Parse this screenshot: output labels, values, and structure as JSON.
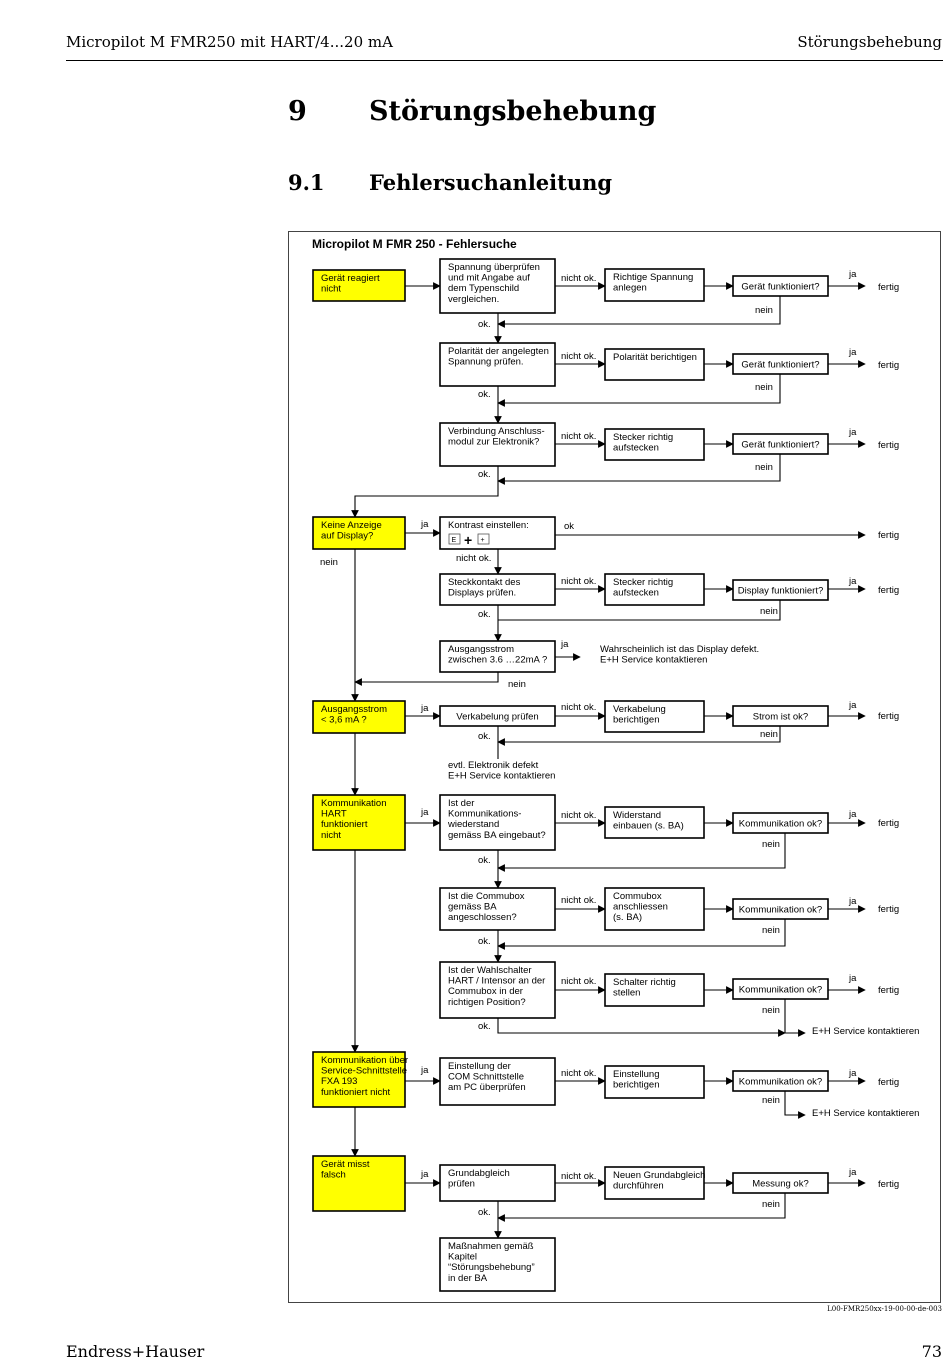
{
  "header": {
    "left": "Micropilot M FMR250 mit HART/4...20 mA",
    "right": "Störungsbehebung"
  },
  "chapter": {
    "number": "9",
    "title": "Störungsbehebung"
  },
  "section": {
    "number": "9.1",
    "title": "Fehlersuchanleitung"
  },
  "diagram": {
    "title": "Micropilot M FMR 250 - Fehlersuche",
    "reference": "L00-FMR250xx-19-00-00-de-003",
    "colors": {
      "symptom_fill": "#ffff00",
      "line": "#000000"
    },
    "words": {
      "ja": "ja",
      "nein": "nein",
      "ok": "ok.",
      "ok_plain": "ok",
      "nicht_ok": "nicht ok.",
      "fertig": "fertig"
    },
    "nodes": [
      {
        "id": "s1",
        "kind": "symptom",
        "lines": [
          "Gerät reagiert",
          "nicht"
        ]
      },
      {
        "id": "c1",
        "kind": "check",
        "lines": [
          "Spannung überprüfen",
          "und mit Angabe auf",
          "dem Typenschild",
          "vergleichen."
        ]
      },
      {
        "id": "a1",
        "kind": "action",
        "lines": [
          "Richtige Spannung",
          "anlegen"
        ]
      },
      {
        "id": "q1",
        "kind": "question",
        "lines": [
          "Gerät funktioniert?"
        ]
      },
      {
        "id": "c2",
        "kind": "check",
        "lines": [
          "Polarität der angelegten",
          "Spannung prüfen."
        ]
      },
      {
        "id": "a2",
        "kind": "action",
        "lines": [
          "Polarität berichtigen"
        ]
      },
      {
        "id": "q2",
        "kind": "question",
        "lines": [
          "Gerät funktioniert?"
        ]
      },
      {
        "id": "c3",
        "kind": "check",
        "lines": [
          "Verbindung Anschluss-",
          "modul zur Elektronik?"
        ]
      },
      {
        "id": "a3",
        "kind": "action",
        "lines": [
          "Stecker richtig",
          "aufstecken"
        ]
      },
      {
        "id": "q3",
        "kind": "question",
        "lines": [
          "Gerät funktioniert?"
        ]
      },
      {
        "id": "s2",
        "kind": "symptom",
        "lines": [
          "Keine Anzeige",
          "auf Display?"
        ]
      },
      {
        "id": "c4",
        "kind": "check",
        "lines": [
          "Kontrast einstellen:"
        ]
      },
      {
        "id": "c5",
        "kind": "check",
        "lines": [
          "Steckkontakt des",
          "Displays prüfen."
        ]
      },
      {
        "id": "a5",
        "kind": "action",
        "lines": [
          "Stecker richtig",
          "aufstecken"
        ]
      },
      {
        "id": "q5",
        "kind": "question",
        "lines": [
          "Display funktioniert?"
        ]
      },
      {
        "id": "c6",
        "kind": "check",
        "lines": [
          "Ausgangsstrom",
          "zwischen 3.6 …22mA ?"
        ]
      },
      {
        "id": "n6",
        "kind": "note",
        "lines": [
          "Wahrscheinlich ist das Display defekt.",
          "E+H Service kontaktieren"
        ]
      },
      {
        "id": "s3",
        "kind": "symptom",
        "lines": [
          "Ausgangsstrom",
          "< 3,6 mA ?"
        ]
      },
      {
        "id": "c7",
        "kind": "check",
        "lines": [
          "Verkabelung prüfen"
        ]
      },
      {
        "id": "a7",
        "kind": "action",
        "lines": [
          "Verkabelung",
          "berichtigen"
        ]
      },
      {
        "id": "q7",
        "kind": "question",
        "lines": [
          "Strom ist ok?"
        ]
      },
      {
        "id": "n7",
        "kind": "note",
        "lines": [
          "evtl. Elektronik defekt",
          "E+H Service kontaktieren"
        ]
      },
      {
        "id": "s4",
        "kind": "symptom",
        "lines": [
          "Kommunikation",
          "HART",
          "funktioniert",
          "nicht"
        ]
      },
      {
        "id": "c8",
        "kind": "check",
        "lines": [
          "Ist der",
          "Kommunikations-",
          "wiederstand",
          "gemäss BA eingebaut?"
        ]
      },
      {
        "id": "a8",
        "kind": "action",
        "lines": [
          "Widerstand",
          "einbauen (s. BA)"
        ]
      },
      {
        "id": "q8",
        "kind": "question",
        "lines": [
          "Kommunikation ok?"
        ]
      },
      {
        "id": "c9",
        "kind": "check",
        "lines": [
          "Ist die Commubox",
          "gemäss BA",
          "angeschlossen?"
        ]
      },
      {
        "id": "a9",
        "kind": "action",
        "lines": [
          "Commubox",
          "anschliessen",
          "(s. BA)"
        ]
      },
      {
        "id": "q9",
        "kind": "question",
        "lines": [
          "Kommunikation ok?"
        ]
      },
      {
        "id": "c10",
        "kind": "check",
        "lines": [
          "Ist der Wahlschalter",
          "HART / Intensor an der",
          "Commubox in der",
          "richtigen Position?"
        ]
      },
      {
        "id": "a10",
        "kind": "action",
        "lines": [
          "Schalter richtig",
          "stellen"
        ]
      },
      {
        "id": "q10",
        "kind": "question",
        "lines": [
          "Kommunikation ok?"
        ]
      },
      {
        "id": "n10",
        "kind": "note",
        "lines": [
          "E+H Service kontaktieren"
        ]
      },
      {
        "id": "s5",
        "kind": "symptom",
        "lines": [
          "Kommunikation über",
          "Service-Schnittstelle",
          "FXA 193",
          "funktioniert nicht"
        ]
      },
      {
        "id": "c11",
        "kind": "check",
        "lines": [
          "Einstellung der",
          "COM Schnittstelle",
          "am PC überprüfen"
        ]
      },
      {
        "id": "a11",
        "kind": "action",
        "lines": [
          "Einstellung",
          "berichtigen"
        ]
      },
      {
        "id": "q11",
        "kind": "question",
        "lines": [
          "Kommunikation ok?"
        ]
      },
      {
        "id": "n11",
        "kind": "note",
        "lines": [
          "E+H Service kontaktieren"
        ]
      },
      {
        "id": "s6",
        "kind": "symptom",
        "lines": [
          "Gerät misst",
          "falsch"
        ]
      },
      {
        "id": "c12",
        "kind": "check",
        "lines": [
          "Grundabgleich",
          "prüfen"
        ]
      },
      {
        "id": "a12",
        "kind": "action",
        "lines": [
          "Neuen Grundabgleich",
          "durchführen"
        ]
      },
      {
        "id": "q12",
        "kind": "question",
        "lines": [
          "Messung ok?"
        ]
      },
      {
        "id": "c13",
        "kind": "check",
        "lines": [
          "Maßnahmen gemäß",
          "Kapitel",
          "“Störungsbehebung”",
          "in der BA"
        ]
      }
    ]
  },
  "footer": {
    "left": "Endress+Hauser",
    "right": "73"
  }
}
